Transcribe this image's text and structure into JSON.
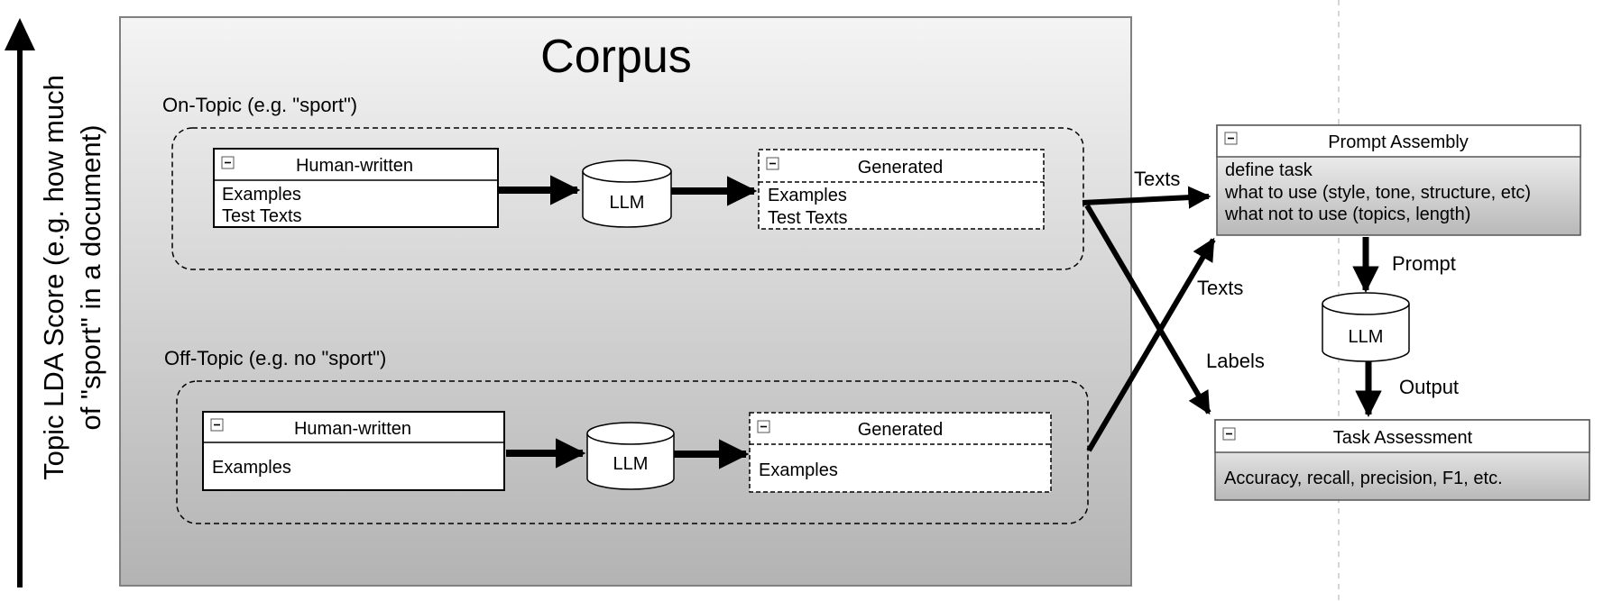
{
  "axis": {
    "label_line1": "Topic LDA Score (e.g. how much",
    "label_line2": "of \"sport\" in a document)"
  },
  "corpus": {
    "title": "Corpus",
    "on_topic": {
      "label": "On-Topic (e.g. \"sport\")",
      "human": {
        "title": "Human-written",
        "items": [
          "Examples",
          "Test Texts"
        ]
      },
      "llm": "LLM",
      "generated": {
        "title": "Generated",
        "items": [
          "Examples",
          "Test Texts"
        ]
      }
    },
    "off_topic": {
      "label": "Off-Topic (e.g. no \"sport\")",
      "human": {
        "title": "Human-written",
        "items": [
          "Examples"
        ]
      },
      "llm": "LLM",
      "generated": {
        "title": "Generated",
        "items": [
          "Examples"
        ]
      }
    }
  },
  "pipeline": {
    "prompt_assembly": {
      "title": "Prompt Assembly",
      "items": [
        "define task",
        "what to use (style, tone, structure, etc)",
        "what not to use (topics, length)"
      ]
    },
    "llm": "LLM",
    "task_assessment": {
      "title": "Task Assessment",
      "items": [
        "Accuracy, recall, precision, F1, etc."
      ]
    }
  },
  "edges": {
    "texts_top": "Texts",
    "texts_bottom": "Texts",
    "labels": "Labels",
    "prompt": "Prompt",
    "output": "Output"
  },
  "icons": {
    "collapse": "collapse-icon"
  }
}
